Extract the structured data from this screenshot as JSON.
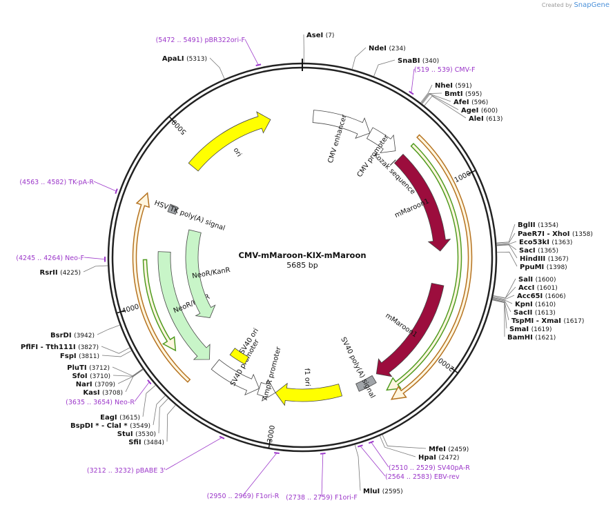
{
  "credit": {
    "prefix": "Created by",
    "brand": "SnapGene"
  },
  "plasmid": {
    "name": "CMV-mMaroon-KIX-mMaroon",
    "length_label": "5685 bp",
    "length": 5685
  },
  "ticks": [
    {
      "bp": 1000,
      "label": "1000"
    },
    {
      "bp": 2000,
      "label": "2000"
    },
    {
      "bp": 3000,
      "label": "3000"
    },
    {
      "bp": 4000,
      "label": "4000"
    },
    {
      "bp": 5000,
      "label": "5000"
    }
  ],
  "colors": {
    "maroon": "#9c0d3d",
    "green": "#4f9b1f",
    "orange": "#b5721f",
    "yellow": "#ffff00",
    "ltgreen": "#c8f5c8",
    "primer": "#9b36c9",
    "gray": "#a0a4a8"
  },
  "features": [
    {
      "name": "CMV enhancer",
      "start": 70,
      "end": 450,
      "r": 205,
      "dir": 1,
      "fill": "#ffffff",
      "label": "CMV enhancer"
    },
    {
      "name": "CMV promoter",
      "start": 450,
      "end": 650,
      "r": 205,
      "dir": 1,
      "fill": "#ffffff",
      "label": "CMV promoter"
    },
    {
      "name": "mMaroon1",
      "start": 700,
      "end": 1380,
      "r": 200,
      "dir": 1,
      "fill": "#9c0d3d",
      "label": "mMaroon1"
    },
    {
      "name": "mMaroon1",
      "start": 1600,
      "end": 2330,
      "r": 200,
      "dir": 1,
      "fill": "#9c0d3d",
      "label": "mMaroon1"
    },
    {
      "name": "SV40 poly(A) signal",
      "start": 2360,
      "end": 2480,
      "r": 205,
      "dir": 0,
      "fill": "#a0a4a8",
      "label": "SV40 poly(A) signal"
    },
    {
      "name": "f1 ori",
      "start": 2590,
      "end": 3020,
      "r": 200,
      "dir": 1,
      "fill": "#ffff00",
      "label": "f1 ori"
    },
    {
      "name": "AmpR promoter",
      "start": 3020,
      "end": 3130,
      "r": 200,
      "dir": -1,
      "fill": "#ffffff",
      "label": "AmpR promoter"
    },
    {
      "name": "SV40 promoter",
      "start": 3130,
      "end": 3460,
      "r": 200,
      "dir": -1,
      "fill": "#ffffff",
      "label": "SV40 promoter"
    },
    {
      "name": "SV40 ori",
      "start": 3290,
      "end": 3420,
      "r": 170,
      "dir": 0,
      "fill": "#ffff00",
      "label": "SV40 ori"
    },
    {
      "name": "NeoR/KanR",
      "start": 3510,
      "end": 4300,
      "r": 200,
      "dir": -1,
      "fill": "#c8f5c8",
      "label": "NeoR/KanR"
    },
    {
      "name": "NeoR/KanR",
      "start": 3740,
      "end": 4480,
      "r": 160,
      "dir": -1,
      "fill": "#c8f5c8",
      "label": "NeoR/KanR"
    },
    {
      "name": "HSV TK poly(A) signal",
      "start": 4560,
      "end": 4610,
      "r": 200,
      "dir": 0,
      "fill": "#a0a4a8",
      "label": "HSV TK poly(A) signal"
    },
    {
      "name": "ori",
      "start": 4890,
      "end": 5480,
      "r": 205,
      "dir": 1,
      "fill": "#ffff00",
      "label": "ori"
    }
  ],
  "kozak": {
    "label": "Kozak sequence"
  },
  "orfs": [
    {
      "start": 700,
      "end": 2330,
      "r": 228,
      "dir": 1,
      "color": "#4f9b1f"
    },
    {
      "start": 690,
      "end": 2335,
      "r": 243,
      "dir": 1,
      "color": "#b5721f"
    },
    {
      "start": 3690,
      "end": 4250,
      "r": 228,
      "dir": -1,
      "color": "#4f9b1f"
    },
    {
      "start": 3515,
      "end": 4620,
      "r": 243,
      "dir": 1,
      "color": "#b5721f"
    }
  ],
  "sites": [
    {
      "name": "AseI",
      "pos": "(7)",
      "bp": 7,
      "side": "top"
    },
    {
      "name": "NdeI",
      "pos": "(234)",
      "bp": 234,
      "side": "top"
    },
    {
      "name": "SnaBI",
      "pos": "(340)",
      "bp": 340,
      "side": "top"
    },
    {
      "name": "NheI",
      "pos": "(591)",
      "bp": 591,
      "side": "right"
    },
    {
      "name": "BmtI",
      "pos": "(595)",
      "bp": 595,
      "side": "right"
    },
    {
      "name": "AfeI",
      "pos": "(596)",
      "bp": 596,
      "side": "right"
    },
    {
      "name": "AgeI",
      "pos": "(600)",
      "bp": 600,
      "side": "right"
    },
    {
      "name": "AleI",
      "pos": "(613)",
      "bp": 613,
      "side": "right"
    },
    {
      "name": "BglII",
      "pos": "(1354)",
      "bp": 1354,
      "side": "right"
    },
    {
      "name": "PaeR7I - XhoI",
      "pos": "(1358)",
      "bp": 1358,
      "side": "right"
    },
    {
      "name": "Eco53kI",
      "pos": "(1363)",
      "bp": 1363,
      "side": "right"
    },
    {
      "name": "SacI",
      "pos": "(1365)",
      "bp": 1365,
      "side": "right"
    },
    {
      "name": "HindIII",
      "pos": "(1367)",
      "bp": 1367,
      "side": "right"
    },
    {
      "name": "PpuMI",
      "pos": "(1398)",
      "bp": 1398,
      "side": "right"
    },
    {
      "name": "SalI",
      "pos": "(1600)",
      "bp": 1600,
      "side": "right"
    },
    {
      "name": "AccI",
      "pos": "(1601)",
      "bp": 1601,
      "side": "right"
    },
    {
      "name": "Acc65I",
      "pos": "(1606)",
      "bp": 1606,
      "side": "right"
    },
    {
      "name": "KpnI",
      "pos": "(1610)",
      "bp": 1610,
      "side": "right"
    },
    {
      "name": "SacII",
      "pos": "(1613)",
      "bp": 1613,
      "side": "right"
    },
    {
      "name": "TspMI - XmaI",
      "pos": "(1617)",
      "bp": 1617,
      "side": "right"
    },
    {
      "name": "SmaI",
      "pos": "(1619)",
      "bp": 1619,
      "side": "right"
    },
    {
      "name": "BamHI",
      "pos": "(1621)",
      "bp": 1621,
      "side": "right"
    },
    {
      "name": "MfeI",
      "pos": "(2459)",
      "bp": 2459,
      "side": "right"
    },
    {
      "name": "HpaI",
      "pos": "(2472)",
      "bp": 2472,
      "side": "right"
    },
    {
      "name": "MluI",
      "pos": "(2595)",
      "bp": 2595,
      "side": "bottom"
    },
    {
      "name": "SfiI",
      "pos": "(3484)",
      "bp": 3484,
      "side": "left"
    },
    {
      "name": "StuI",
      "pos": "(3530)",
      "bp": 3530,
      "side": "left"
    },
    {
      "name": "BspDI * - ClaI *",
      "pos": "(3549)",
      "bp": 3549,
      "side": "left"
    },
    {
      "name": "EagI",
      "pos": "(3615)",
      "bp": 3615,
      "side": "left"
    },
    {
      "name": "KasI",
      "pos": "(3708)",
      "bp": 3708,
      "side": "left"
    },
    {
      "name": "NarI",
      "pos": "(3709)",
      "bp": 3709,
      "side": "left"
    },
    {
      "name": "SfoI",
      "pos": "(3710)",
      "bp": 3710,
      "side": "left"
    },
    {
      "name": "PluTI",
      "pos": "(3712)",
      "bp": 3712,
      "side": "left"
    },
    {
      "name": "FspI",
      "pos": "(3811)",
      "bp": 3811,
      "side": "left"
    },
    {
      "name": "PflFI - Tth111I",
      "pos": "(3827)",
      "bp": 3827,
      "side": "left"
    },
    {
      "name": "BsrDI",
      "pos": "(3942)",
      "bp": 3942,
      "side": "left"
    },
    {
      "name": "RsrII",
      "pos": "(4225)",
      "bp": 4225,
      "side": "left"
    },
    {
      "name": "ApaLI",
      "pos": "(5313)",
      "bp": 5313,
      "side": "left"
    }
  ],
  "primers": [
    {
      "name": "CMV-F",
      "range": "(519 .. 539)",
      "bp": 529
    },
    {
      "name": "SV40pA-R",
      "range": "(2510 .. 2529)",
      "bp": 2520
    },
    {
      "name": "EBV-rev",
      "range": "(2564 .. 2583)",
      "bp": 2573
    },
    {
      "name": "F1ori-F",
      "range": "(2738 .. 2759)",
      "bp": 2748
    },
    {
      "name": "F1ori-R",
      "range": "(2950 .. 2969)",
      "bp": 2960
    },
    {
      "name": "pBABE 3'",
      "range": "(3212 .. 3232)",
      "bp": 3222
    },
    {
      "name": "Neo-R",
      "range": "(3635 .. 3654)",
      "bp": 3645
    },
    {
      "name": "Neo-F",
      "range": "(4245 .. 4264)",
      "bp": 4255
    },
    {
      "name": "TK-pA-R",
      "range": "(4563 .. 4582)",
      "bp": 4573
    },
    {
      "name": "pBR322ori-F",
      "range": "(5472 .. 5491)",
      "bp": 5482
    }
  ]
}
